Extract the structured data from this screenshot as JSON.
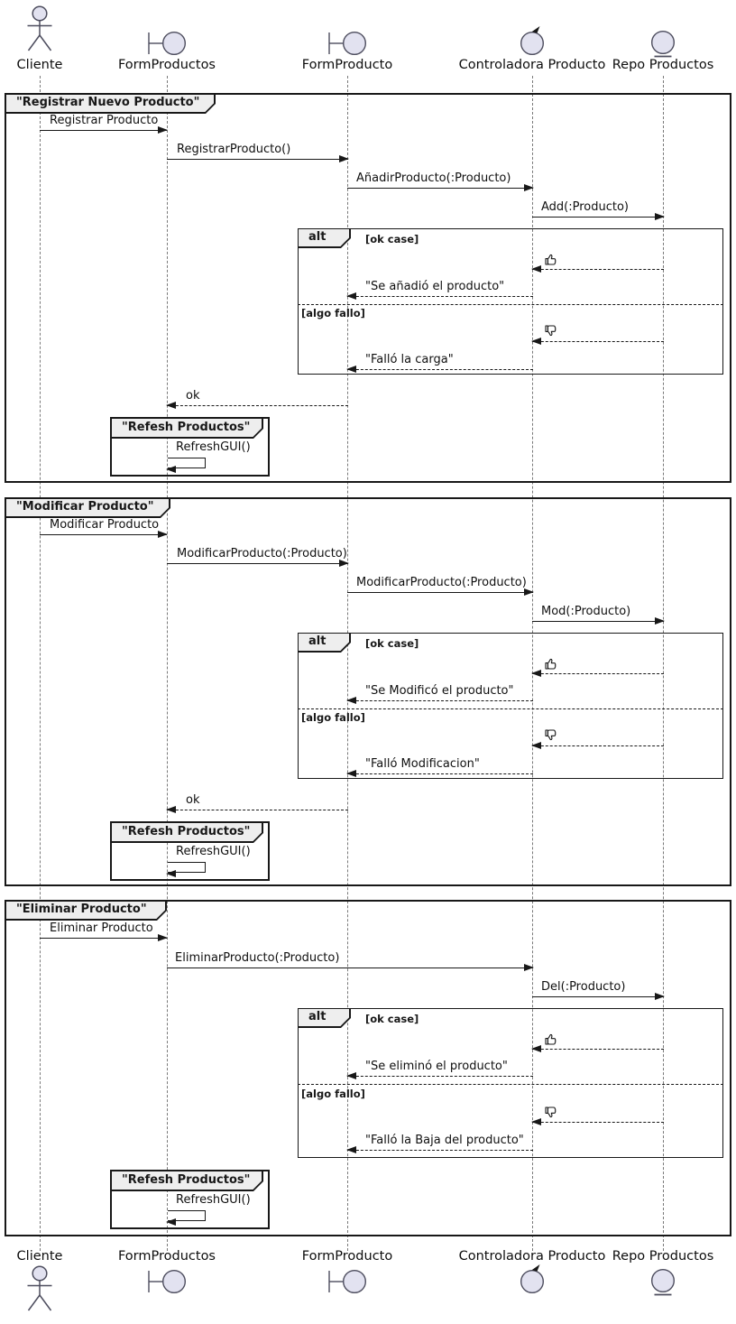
{
  "diagram_type": "uml-sequence-diagram",
  "colors": {
    "background": "#FFFFFF",
    "line": "#181818",
    "participant_fill": "#E2E2F0",
    "frame_header_fill": "#EEEEEE",
    "lifeline": "#7A7A7A"
  },
  "participants": [
    {
      "label": "Cliente",
      "icon": "actor-icon"
    },
    {
      "label": "FormProductos",
      "icon": "boundary-icon"
    },
    {
      "label": "FormProducto",
      "icon": "boundary-icon"
    },
    {
      "label": "Controladora Producto",
      "icon": "control-icon"
    },
    {
      "label": "Repo Productos",
      "icon": "entity-icon"
    }
  ],
  "f1": {
    "title": "\"Registrar Nuevo Producto\"",
    "m1": "Registrar Producto",
    "m2": "RegistrarProducto()",
    "m3": "AñadirProducto(:Producto)",
    "m4": "Add(:Producto)",
    "alt": "alt",
    "ok_guard": "[ok case]",
    "ok_reply": "\"Se añadió el producto\"",
    "fail_guard": "[algo fallo]",
    "fail_reply": "\"Falló la carga\"",
    "ok": "ok",
    "refresh_title": "\"Refesh Productos\"",
    "refresh_msg": "RefreshGUI()"
  },
  "f2": {
    "title": "\"Modificar Producto\"",
    "m1": "Modificar Producto",
    "m2": "ModificarProducto(:Producto)",
    "m3": "ModificarProducto(:Producto)",
    "m4": "Mod(:Producto)",
    "alt": "alt",
    "ok_guard": "[ok case]",
    "ok_reply": "\"Se Modificó el producto\"",
    "fail_guard": "[algo fallo]",
    "fail_reply": "\"Falló Modificacion\"",
    "ok": "ok",
    "refresh_title": "\"Refesh Productos\"",
    "refresh_msg": "RefreshGUI()"
  },
  "f3": {
    "title": "\"Eliminar Producto\"",
    "m1": "Eliminar Producto",
    "m2": "EliminarProducto(:Producto)",
    "m3": "Del(:Producto)",
    "alt": "alt",
    "ok_guard": "[ok case]",
    "ok_reply": "\"Se eliminó el producto\"",
    "fail_guard": "[algo fallo]",
    "fail_reply": "\"Falló la Baja del producto\"",
    "refresh_title": "\"Refesh Productos\"",
    "refresh_msg": "RefreshGUI()"
  }
}
